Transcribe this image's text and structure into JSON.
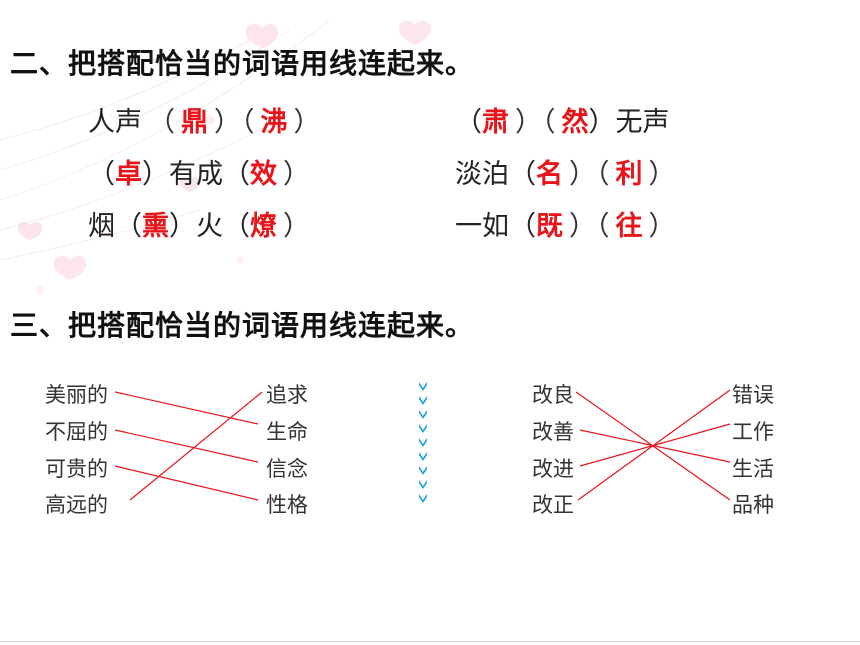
{
  "section2": {
    "heading": "二、把搭配恰当的词语用线连起来。",
    "rows": [
      {
        "a": "人声",
        "b": "（",
        "ans1": "鼎",
        "c": "）（",
        "ans2": "沸",
        "d": "）"
      },
      {
        "a": "（",
        "ans1": "卓",
        "b": "）有成（",
        "ans2": "效",
        "c": "）"
      },
      {
        "a": "烟（",
        "ans1": "熏",
        "b": "）火（",
        "ans2": "燎",
        "c": "）"
      },
      {
        "a": "（",
        "ans1": "肃",
        "b": "）（",
        "ans2": "然",
        "c": "）无声"
      },
      {
        "a": "淡泊（",
        "ans1": "名",
        "b": "）（",
        "ans2": "利",
        "c": "）"
      },
      {
        "a": "一如（",
        "ans1": "既",
        "b": "）（",
        "ans2": "往",
        "c": "）"
      }
    ]
  },
  "section3": {
    "heading": "三、把搭配恰当的词语用线连起来。",
    "left_group": {
      "left": [
        "美丽的",
        "不屈的",
        "可贵的",
        "高远的"
      ],
      "right": [
        "追求",
        "生命",
        "信念",
        "性格"
      ]
    },
    "right_group": {
      "left": [
        "改良",
        "改善",
        "改进",
        "改正"
      ],
      "right": [
        "错误",
        "工作",
        "生活",
        "品种"
      ]
    }
  },
  "colors": {
    "answer": "#e8141a",
    "line": "#e8141a",
    "separator": "#1aa3e0"
  }
}
